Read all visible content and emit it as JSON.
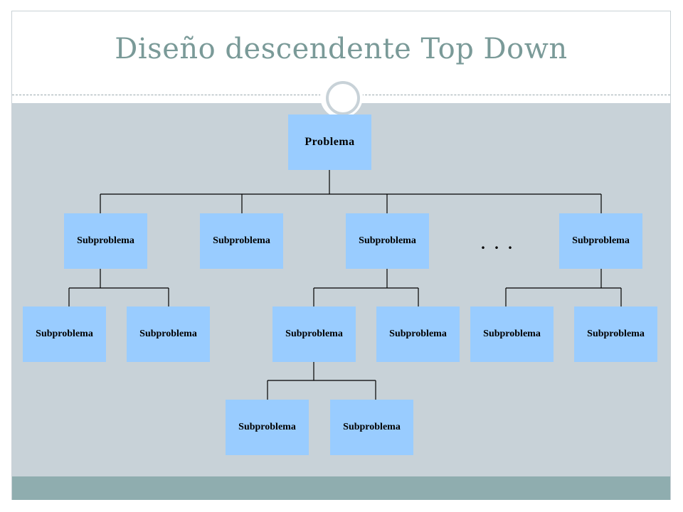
{
  "slide": {
    "title": "Diseño descendente Top Down"
  },
  "diagram": {
    "root_label": "Problema",
    "node_label": "Subproblema",
    "ellipsis": ". . .",
    "colors": {
      "box_fill": "#99ccff",
      "title": "#7a9a98",
      "content_background": "#c8d2d8",
      "footer_band": "#8fadaf"
    },
    "nodes": [
      {
        "id": "root",
        "label": "Problema",
        "parent": null
      },
      {
        "id": "l1-1",
        "label": "Subproblema",
        "parent": "root"
      },
      {
        "id": "l1-2",
        "label": "Subproblema",
        "parent": "root"
      },
      {
        "id": "l1-3",
        "label": "Subproblema",
        "parent": "root"
      },
      {
        "id": "l1-4",
        "label": "Subproblema",
        "parent": "root"
      },
      {
        "id": "l2-1",
        "label": "Subproblema",
        "parent": "l1-1"
      },
      {
        "id": "l2-2",
        "label": "Subproblema",
        "parent": "l1-1"
      },
      {
        "id": "l2-3",
        "label": "Subproblema",
        "parent": "l1-3"
      },
      {
        "id": "l2-4",
        "label": "Subproblema",
        "parent": "l1-3"
      },
      {
        "id": "l2-5",
        "label": "Subproblema",
        "parent": "l1-4"
      },
      {
        "id": "l2-6",
        "label": "Subproblema",
        "parent": "l1-4"
      },
      {
        "id": "l3-1",
        "label": "Subproblema",
        "parent": "l2-3"
      },
      {
        "id": "l3-2",
        "label": "Subproblema",
        "parent": "l2-3"
      }
    ]
  }
}
